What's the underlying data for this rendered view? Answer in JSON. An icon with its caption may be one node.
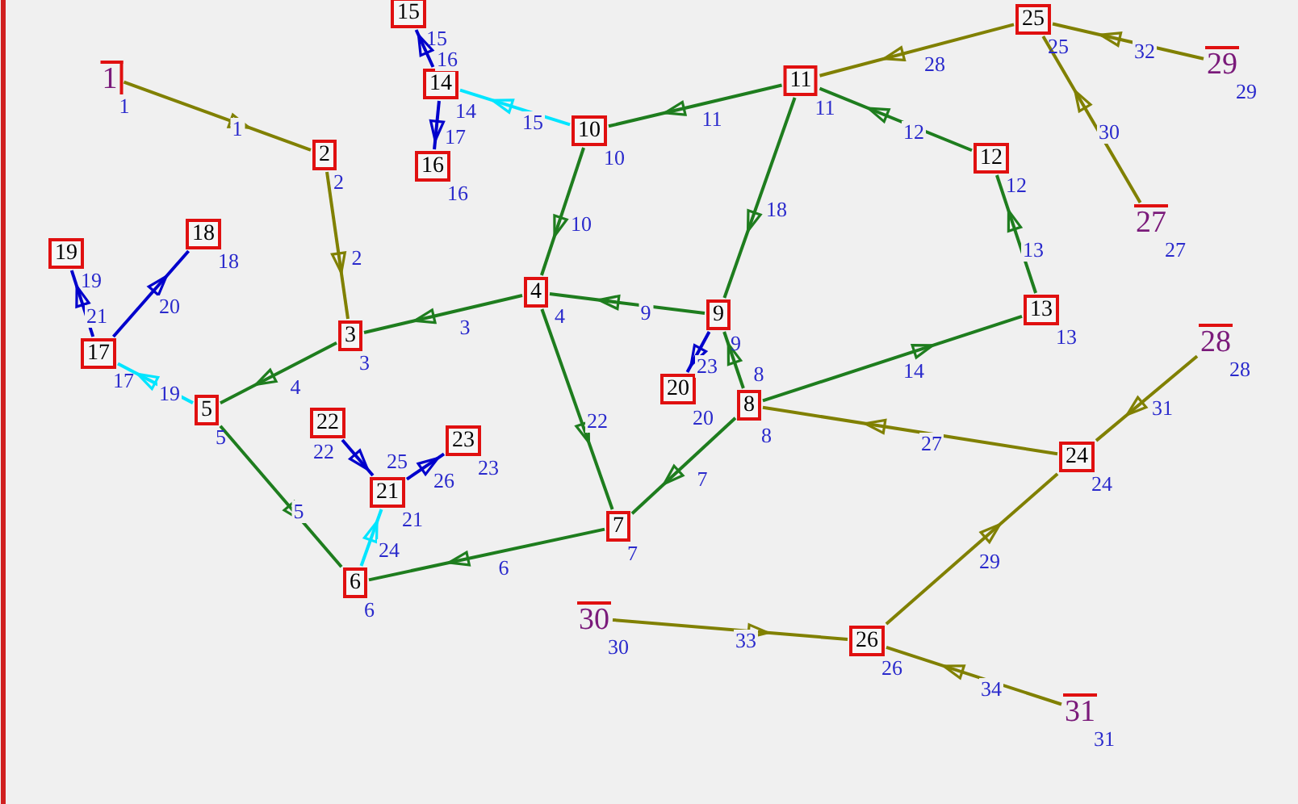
{
  "diagram": {
    "nodes": [
      {
        "text": [
          "1"
        ],
        "beside": [
          "1"
        ]
      },
      {
        "text": [
          "2"
        ],
        "beside": [
          "2"
        ]
      },
      {
        "text": [
          "3"
        ],
        "beside": [
          "3"
        ]
      },
      {
        "text": [
          "4"
        ],
        "beside": [
          "4"
        ]
      },
      {
        "text": [
          "5"
        ],
        "beside": [
          "5"
        ]
      },
      {
        "text": [
          "6"
        ],
        "beside": [
          "6"
        ]
      },
      {
        "text": [
          "7"
        ],
        "beside": [
          "7"
        ]
      },
      {
        "text": [
          "8"
        ],
        "beside": [
          "8"
        ]
      },
      {
        "text": [
          "9"
        ],
        "beside": [
          "9"
        ]
      },
      {
        "text": [
          "10"
        ],
        "beside": [
          "10"
        ]
      },
      {
        "text": [
          "11"
        ],
        "beside": [
          "11"
        ]
      },
      {
        "text": [
          "12"
        ],
        "beside": [
          "12"
        ]
      },
      {
        "text": [
          "13"
        ],
        "beside": [
          "13"
        ]
      },
      {
        "text": [
          "14"
        ],
        "beside": [
          "14"
        ]
      },
      {
        "text": [
          "15"
        ],
        "beside": [
          "15"
        ]
      },
      {
        "text": [
          "16"
        ],
        "beside": [
          "16"
        ]
      },
      {
        "text": [
          "17"
        ],
        "beside": [
          "17"
        ]
      },
      {
        "text": [
          "18"
        ],
        "beside": [
          "18"
        ]
      },
      {
        "text": [
          "19"
        ],
        "beside": [
          "19"
        ]
      },
      {
        "text": [
          "20"
        ],
        "beside": [
          "20"
        ]
      },
      {
        "text": [
          "21"
        ],
        "beside": [
          "21"
        ]
      },
      {
        "text": [
          "22"
        ],
        "beside": [
          "22"
        ]
      },
      {
        "text": [
          "23"
        ],
        "beside": [
          "23"
        ]
      },
      {
        "text": [
          "24"
        ],
        "beside": [
          "24"
        ]
      },
      {
        "text": [
          "25"
        ],
        "beside": [
          "25"
        ]
      },
      {
        "text": [
          "26"
        ],
        "beside": [
          "26"
        ]
      },
      {
        "text": [
          "27"
        ],
        "beside": [
          "27"
        ]
      },
      {
        "text": [
          "28"
        ],
        "beside": [
          "28"
        ]
      },
      {
        "text": [
          "29"
        ],
        "beside": [
          "29"
        ]
      },
      {
        "text": [
          "30"
        ],
        "beside": [
          "30"
        ]
      },
      {
        "text": [
          "31"
        ],
        "beside": [
          "31"
        ]
      }
    ],
    "edges": [
      {
        "from": 0,
        "to": 1,
        "arrow": "to",
        "label": "1",
        "color": "#808000"
      },
      {
        "from": 1,
        "to": 2,
        "arrow": "to",
        "label": "2",
        "color": "#808000"
      },
      {
        "from": 3,
        "to": 2,
        "arrow": "to",
        "label": "3"
      },
      {
        "from": 2,
        "to": 4,
        "arrow": "to",
        "label": "4"
      },
      {
        "from": 4,
        "to": 5,
        "arrow": "to",
        "label": "5"
      },
      {
        "from": 6,
        "to": 5,
        "arrow": "to",
        "label": "6"
      },
      {
        "from": 7,
        "to": 6,
        "arrow": "to",
        "label": "7"
      },
      {
        "from": 7,
        "to": 8,
        "arrow": "to",
        "label": "8"
      },
      {
        "from": 8,
        "to": 3,
        "arrow": "to",
        "label": "9"
      },
      {
        "from": 9,
        "to": 3,
        "arrow": "to",
        "label": "10"
      },
      {
        "from": 10,
        "to": 9,
        "arrow": "to",
        "label": "11"
      },
      {
        "from": 11,
        "to": 10,
        "arrow": "to",
        "label": "12"
      },
      {
        "from": 12,
        "to": 11,
        "arrow": "to",
        "label": "13"
      },
      {
        "from": 7,
        "to": 12,
        "arrow": "to",
        "label": "14"
      },
      {
        "from": 9,
        "to": 13,
        "arrow": "to",
        "label": "15",
        "color": "#00e5ff"
      },
      {
        "from": 13,
        "to": 14,
        "arrow": "to",
        "label": "16",
        "color": "#0000cc"
      },
      {
        "from": 13,
        "to": 15,
        "arrow": "to",
        "label": "17",
        "color": "#0000cc"
      },
      {
        "from": 10,
        "to": 8,
        "arrow": "to",
        "label": "18"
      },
      {
        "from": 4,
        "to": 16,
        "arrow": "to",
        "label": "19",
        "color": "#00e5ff"
      },
      {
        "from": 16,
        "to": 17,
        "arrow": "to",
        "label": "20",
        "color": "#0000cc"
      },
      {
        "from": 16,
        "to": 18,
        "arrow": "to",
        "label": "21",
        "color": "#0000cc"
      },
      {
        "from": 3,
        "to": 6,
        "arrow": "to",
        "label": "22"
      },
      {
        "from": 8,
        "to": 19,
        "arrow": "to",
        "label": "23",
        "color": "#0000cc"
      },
      {
        "from": 5,
        "to": 20,
        "arrow": "to",
        "label": "24",
        "color": "#00e5ff"
      },
      {
        "from": 21,
        "to": 20,
        "arrow": "to",
        "label": "25",
        "color": "#0000cc"
      },
      {
        "from": 20,
        "to": 22,
        "arrow": "to",
        "label": "26",
        "color": "#0000cc"
      },
      {
        "from": 23,
        "to": 7,
        "arrow": "to",
        "label": "27",
        "color": "#808000"
      },
      {
        "from": 24,
        "to": 10,
        "arrow": "to",
        "label": "28",
        "color": "#808000"
      },
      {
        "from": 25,
        "to": 23,
        "arrow": "to",
        "label": "29",
        "color": "#808000"
      },
      {
        "from": 26,
        "to": 24,
        "arrow": "to",
        "label": "30",
        "color": "#808000"
      },
      {
        "from": 27,
        "to": 23,
        "arrow": "to",
        "label": "31",
        "color": "#808000"
      },
      {
        "from": 28,
        "to": 24,
        "arrow": "to",
        "label": "32",
        "color": "#808000"
      },
      {
        "from": 29,
        "to": 25,
        "arrow": "to",
        "label": "33",
        "color": "#808000"
      },
      {
        "from": 30,
        "to": 25,
        "arrow": "to",
        "label": "34",
        "color": "#808000"
      }
    ]
  }
}
